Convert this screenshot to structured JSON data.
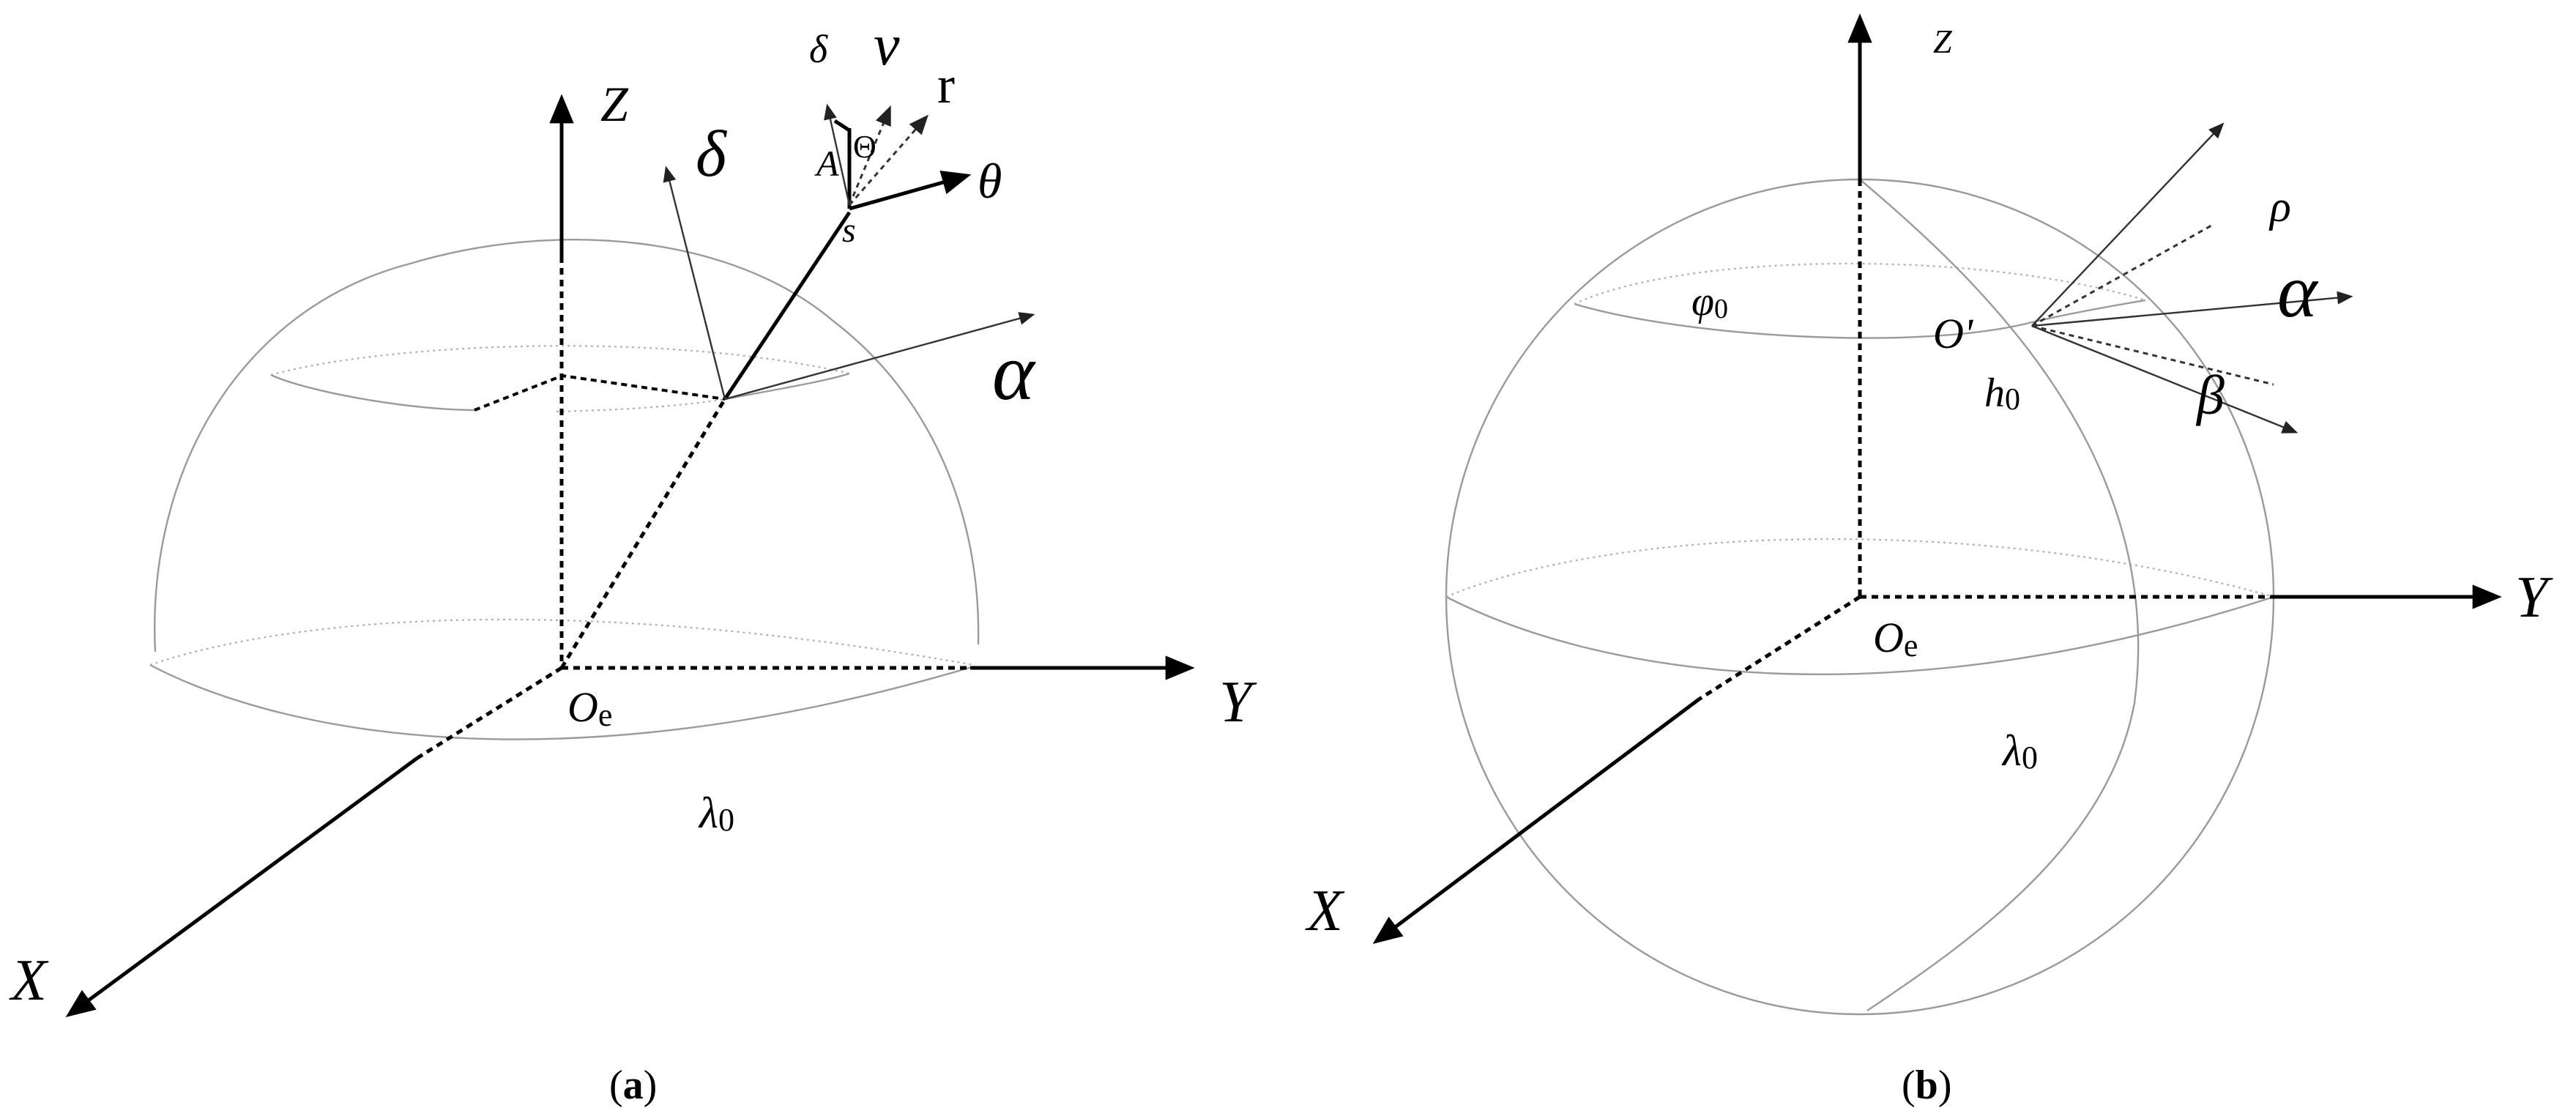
{
  "panel_a": {
    "caption_open": "(",
    "caption_letter": "a",
    "caption_close": ")",
    "labels": {
      "z": "Z",
      "y": "Y",
      "x": "X",
      "origin_main": "O",
      "origin_sub": "e",
      "lambda": "λ",
      "lambda_sub": "0",
      "delta_big": "δ",
      "alpha": "α",
      "theta": "θ",
      "delta_small": "δ",
      "v": "v",
      "r": "r",
      "A": "A",
      "Theta": "Θ",
      "s": "s"
    }
  },
  "panel_b": {
    "caption_open": "(",
    "caption_letter": "b",
    "caption_close": ")",
    "labels": {
      "z": "Z",
      "y": "Y",
      "x": "X",
      "origin_main": "O",
      "origin_sub": "e",
      "lambda": "λ",
      "lambda_sub": "0",
      "phi": "φ",
      "phi_sub": "0",
      "o_prime": "O'",
      "h": "h",
      "h_sub": "0",
      "rho": "ρ",
      "alpha": "α",
      "beta": "β"
    }
  }
}
